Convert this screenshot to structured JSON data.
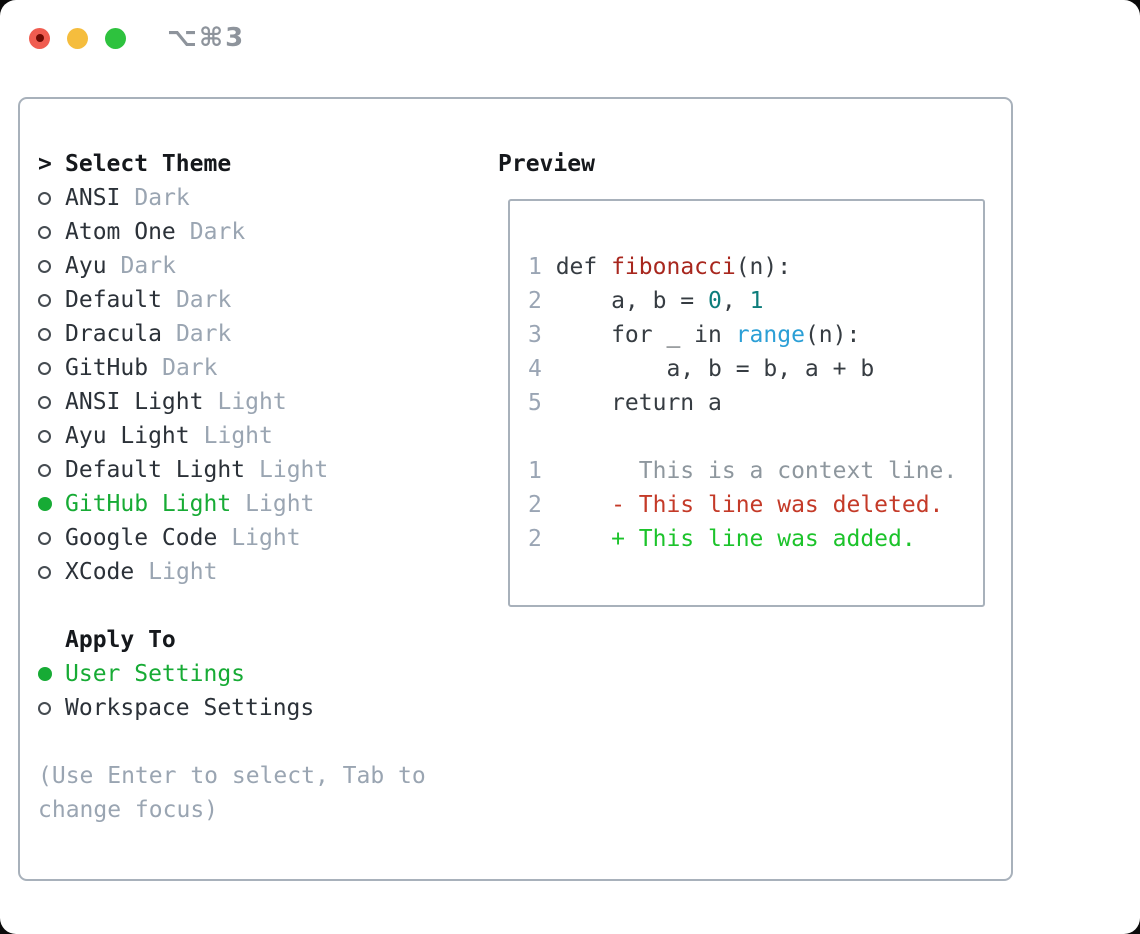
{
  "window": {
    "shortcut": "⌥⌘3"
  },
  "colors": {
    "text_dark": "#15181c",
    "text_label": "#2b3138",
    "code": "#363c42",
    "gray": "#9aa5b2",
    "line_num": "#9aa5b4",
    "border": "#a8b1bb",
    "green": "#17ab35",
    "radio_ring": "#464c52",
    "fn_red": "#a8271e",
    "del_red": "#c43a28",
    "add_green": "#1cc32b",
    "const_teal": "#0d7d7b",
    "call_blue": "#2b9fd6",
    "ctx_gray": "#8e979e",
    "traffic_red": "#f05c50",
    "traffic_red_dot": "#6e0b04",
    "traffic_yellow": "#f5bd3d",
    "traffic_green": "#2ec23e",
    "shortcut": "#8e949c"
  },
  "theme_panel": {
    "title_marker": ">",
    "title": "Select Theme",
    "themes": [
      {
        "label": "ANSI",
        "tag": "Dark",
        "selected": false
      },
      {
        "label": "Atom One",
        "tag": "Dark",
        "selected": false
      },
      {
        "label": "Ayu",
        "tag": "Dark",
        "selected": false
      },
      {
        "label": "Default",
        "tag": "Dark",
        "selected": false
      },
      {
        "label": "Dracula",
        "tag": "Dark",
        "selected": false
      },
      {
        "label": "GitHub",
        "tag": "Dark",
        "selected": false
      },
      {
        "label": "ANSI Light",
        "tag": "Light",
        "selected": false
      },
      {
        "label": "Ayu Light",
        "tag": "Light",
        "selected": false
      },
      {
        "label": "Default Light",
        "tag": "Light",
        "selected": false
      },
      {
        "label": "GitHub Light",
        "tag": "Light",
        "selected": true
      },
      {
        "label": "Google Code",
        "tag": "Light",
        "selected": false
      },
      {
        "label": "XCode",
        "tag": "Light",
        "selected": false
      }
    ],
    "apply_to": {
      "title": "Apply To",
      "options": [
        {
          "label": "User Settings",
          "selected": true
        },
        {
          "label": "Workspace Settings",
          "selected": false
        }
      ]
    },
    "hint": "(Use Enter to select, Tab to change focus)"
  },
  "preview": {
    "title": "Preview",
    "lines": [
      {
        "num": "1",
        "segs": [
          {
            "t": "def ",
            "c": "code"
          },
          {
            "t": "fibonacci",
            "c": "fn_red"
          },
          {
            "t": "(n):",
            "c": "code"
          }
        ]
      },
      {
        "num": "2",
        "segs": [
          {
            "t": "    a, b = ",
            "c": "code"
          },
          {
            "t": "0",
            "c": "const_teal"
          },
          {
            "t": ", ",
            "c": "code"
          },
          {
            "t": "1",
            "c": "const_teal"
          }
        ]
      },
      {
        "num": "3",
        "segs": [
          {
            "t": "    for _ in ",
            "c": "code"
          },
          {
            "t": "range",
            "c": "call_blue"
          },
          {
            "t": "(n):",
            "c": "code"
          }
        ]
      },
      {
        "num": "4",
        "segs": [
          {
            "t": "        a, b = b, a + b",
            "c": "code"
          }
        ]
      },
      {
        "num": "5",
        "segs": [
          {
            "t": "    return a",
            "c": "code"
          }
        ]
      },
      {
        "num": "",
        "segs": []
      },
      {
        "num": "1",
        "segs": [
          {
            "t": "      This is a context line.",
            "c": "ctx_gray"
          }
        ]
      },
      {
        "num": "2",
        "segs": [
          {
            "t": "    - This line was deleted.",
            "c": "del_red"
          }
        ]
      },
      {
        "num": "2",
        "segs": [
          {
            "t": "    + This line was added.",
            "c": "add_green"
          }
        ]
      }
    ]
  }
}
